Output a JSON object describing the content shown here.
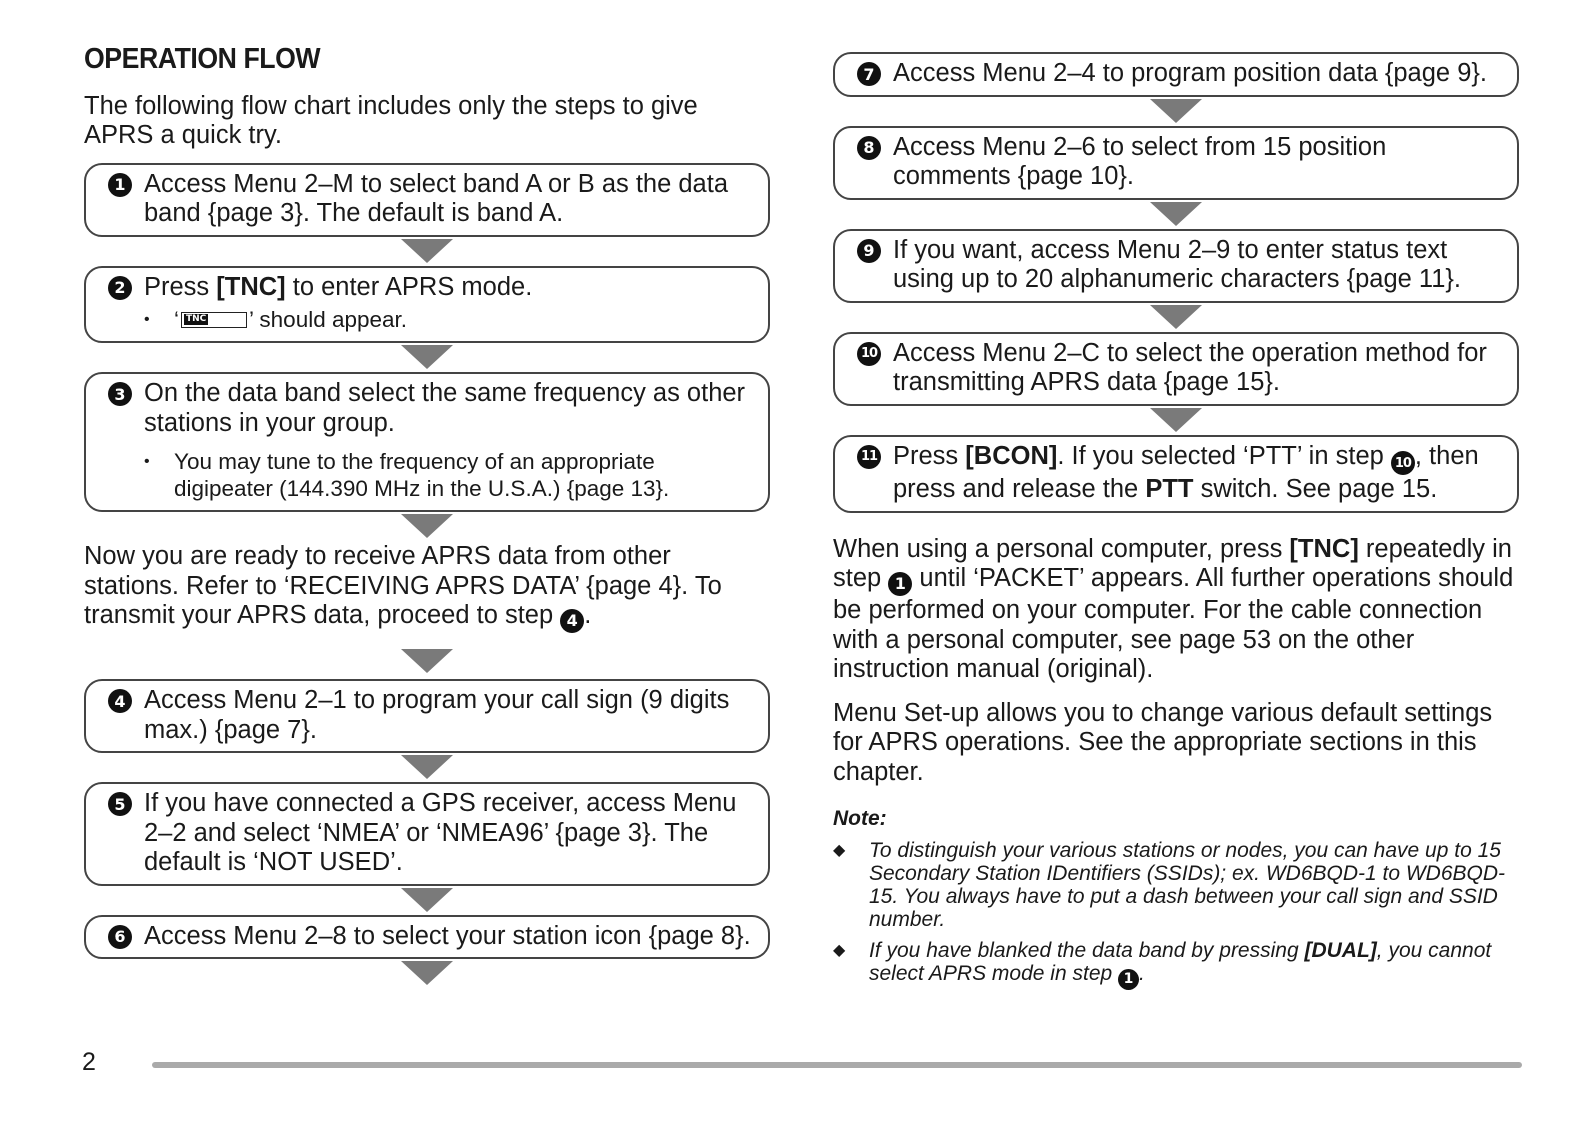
{
  "heading": "OPERATION FLOW",
  "intro": "The following flow chart includes only the steps to give APRS a quick try.",
  "steps": [
    {
      "num": "1",
      "text": "Access Menu 2–M to select band A or B as the data band {page 3}.  The default is band A."
    },
    {
      "num": "2",
      "pre": "Press ",
      "bold": "[TNC]",
      "post": " to enter APRS mode.",
      "sub_lcd_tag": "TNC",
      "sub_text": " should appear."
    },
    {
      "num": "3",
      "text": "On the data band select the same frequency as other stations in your group.",
      "sub_text": "You may tune to the frequency of an appropriate digipeater (144.390 MHz in the U.S.A.) {page 13}."
    },
    {
      "num": "4",
      "text": "Access Menu 2–1 to program your call sign (9 digits max.) {page 7}."
    },
    {
      "num": "5",
      "text": "If you have connected a GPS receiver, access Menu 2–2 and select ‘NMEA’ or ‘NMEA96’ {page 3}.  The default is ‘NOT USED’."
    },
    {
      "num": "6",
      "text": "Access Menu 2–8 to select your station icon {page 8}."
    },
    {
      "num": "7",
      "text": "Access Menu 2–4 to program position data {page 9}."
    },
    {
      "num": "8",
      "text": "Access Menu 2–6 to select from 15 position comments {page 10}."
    },
    {
      "num": "9",
      "text": "If you want, access Menu 2–9 to enter status text using up to 20 alphanumeric characters {page 11}."
    },
    {
      "num": "10",
      "text": "Access Menu 2–C to select the operation method for transmitting APRS data {page 15}."
    },
    {
      "num": "11",
      "pre": "Press ",
      "bold": "[BCON]",
      "mid": ".  If you selected ‘PTT’ in step ",
      "ref": "10",
      "mid2": ", then press and release the ",
      "bold2": "PTT",
      "post": " switch.  See page 15."
    }
  ],
  "ready_text": {
    "line": "Now you are ready to receive APRS data from other stations.  Refer to ‘RECEIVING APRS DATA’ {page 4}.  To transmit your APRS data, proceed to step ",
    "ref": "4",
    "end": "."
  },
  "pc_text": {
    "pre": "When using a personal computer, press ",
    "bold": "[TNC]",
    "mid": " repeatedly in step ",
    "ref": "1",
    "post": " until ‘PACKET’ appears.  All further operations should be performed on your computer.  For the cable connection with a personal computer, see page 53 on the other instruction manual (original)."
  },
  "menu_text": "Menu Set-up allows you to change various default settings for APRS operations.  See the appropriate sections in this chapter.",
  "note_title": "Note:",
  "notes": [
    {
      "text": "To distinguish your various stations or nodes, you can have up to 15 Secondary Station IDentifiers (SSIDs); ex. WD6BQD-1 to WD6BQD-15.  You always have to put a dash between your call sign and SSID number."
    },
    {
      "pre": "If you have blanked the data band by pressing ",
      "bold": "[DUAL]",
      "post": ", you cannot select APRS mode in step ",
      "ref": "1",
      "end": "."
    }
  ],
  "page_number": "2",
  "bullet_glyph": "•",
  "diamond_glyph": "◆"
}
